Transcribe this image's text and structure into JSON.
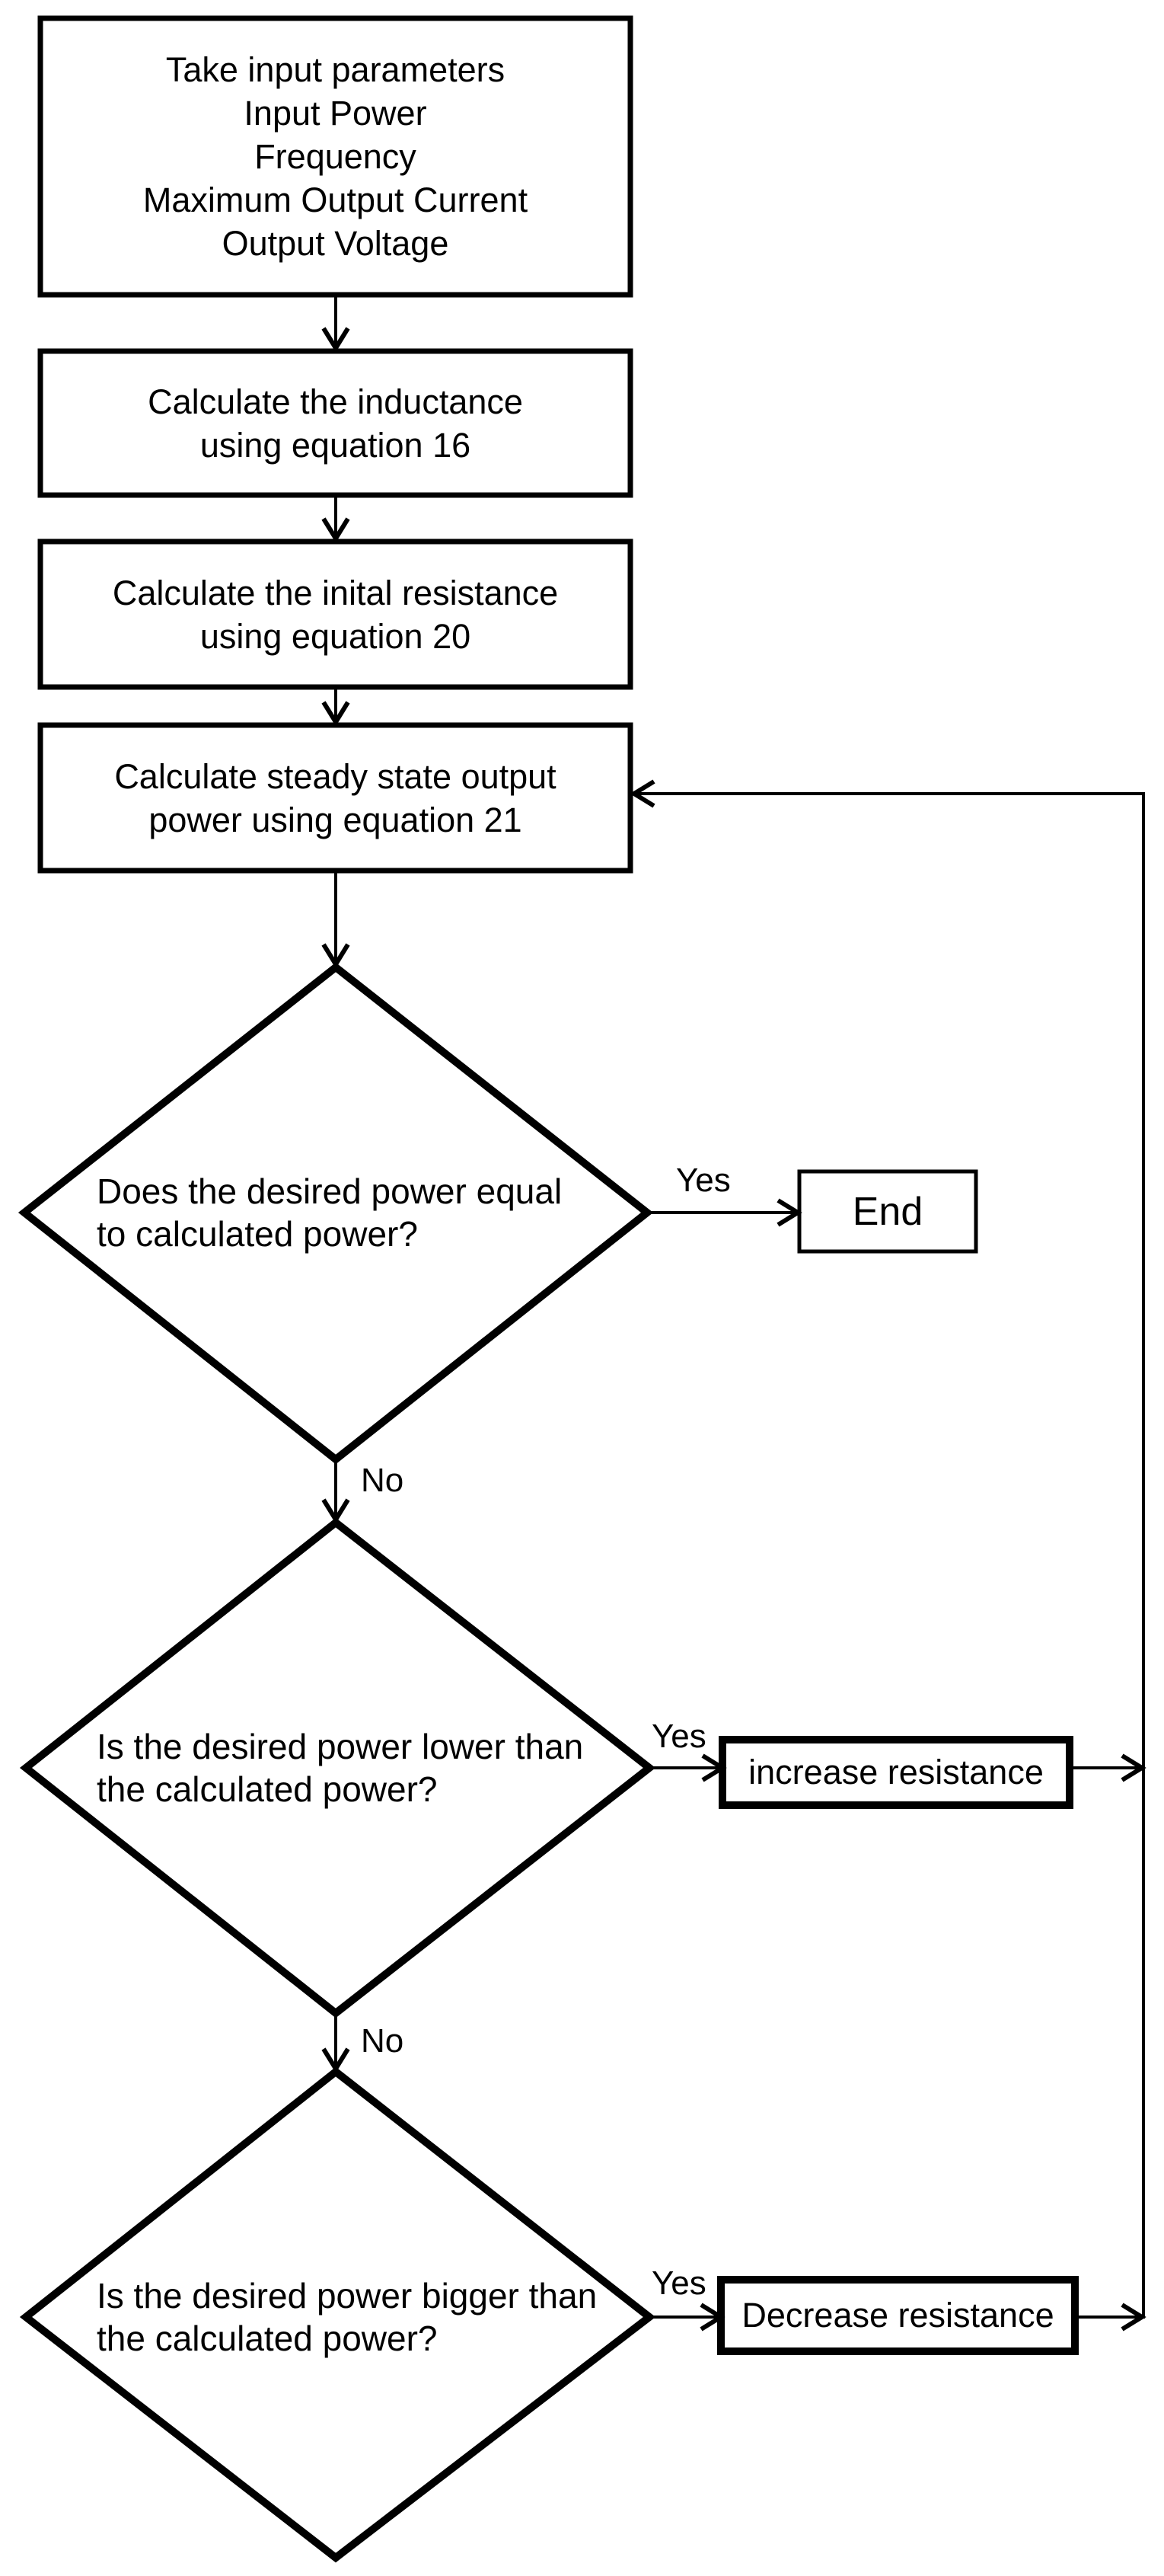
{
  "colors": {
    "ink": "#000000",
    "paper": "#ffffff"
  },
  "nodes": {
    "input_params": {
      "type": "process",
      "text": "Take input parameters\nInput Power\nFrequency\nMaximum Output Current\nOutput Voltage"
    },
    "calc_inductance": {
      "type": "process",
      "text": "Calculate the inductance\nusing equation 16"
    },
    "calc_initial_resistance": {
      "type": "process",
      "text": "Calculate the inital resistance\nusing equation 20"
    },
    "calc_steady_state_power": {
      "type": "process",
      "text": "Calculate steady state output\npower using equation 21"
    },
    "decision_equal": {
      "type": "decision",
      "text": "Does the desired power equal\nto calculated power?"
    },
    "end": {
      "type": "terminal",
      "text": "End"
    },
    "decision_lower": {
      "type": "decision",
      "text": "Is the desired power lower than\nthe calculated power?"
    },
    "increase_resistance": {
      "type": "process",
      "text": "increase resistance"
    },
    "decision_bigger": {
      "type": "decision",
      "text": "Is the desired power bigger than\nthe calculated power?"
    },
    "decrease_resistance": {
      "type": "process",
      "text": "Decrease resistance"
    }
  },
  "edges": [
    {
      "from": "input_params",
      "to": "calc_inductance",
      "label": ""
    },
    {
      "from": "calc_inductance",
      "to": "calc_initial_resistance",
      "label": ""
    },
    {
      "from": "calc_initial_resistance",
      "to": "calc_steady_state_power",
      "label": ""
    },
    {
      "from": "calc_steady_state_power",
      "to": "decision_equal",
      "label": ""
    },
    {
      "from": "decision_equal",
      "to": "end",
      "label": "Yes"
    },
    {
      "from": "decision_equal",
      "to": "decision_lower",
      "label": "No"
    },
    {
      "from": "decision_lower",
      "to": "increase_resistance",
      "label": "Yes"
    },
    {
      "from": "decision_lower",
      "to": "decision_bigger",
      "label": "No"
    },
    {
      "from": "increase_resistance",
      "to": "calc_steady_state_power",
      "label": ""
    },
    {
      "from": "decision_bigger",
      "to": "decrease_resistance",
      "label": "Yes"
    },
    {
      "from": "decrease_resistance",
      "to": "calc_steady_state_power",
      "label": ""
    }
  ]
}
